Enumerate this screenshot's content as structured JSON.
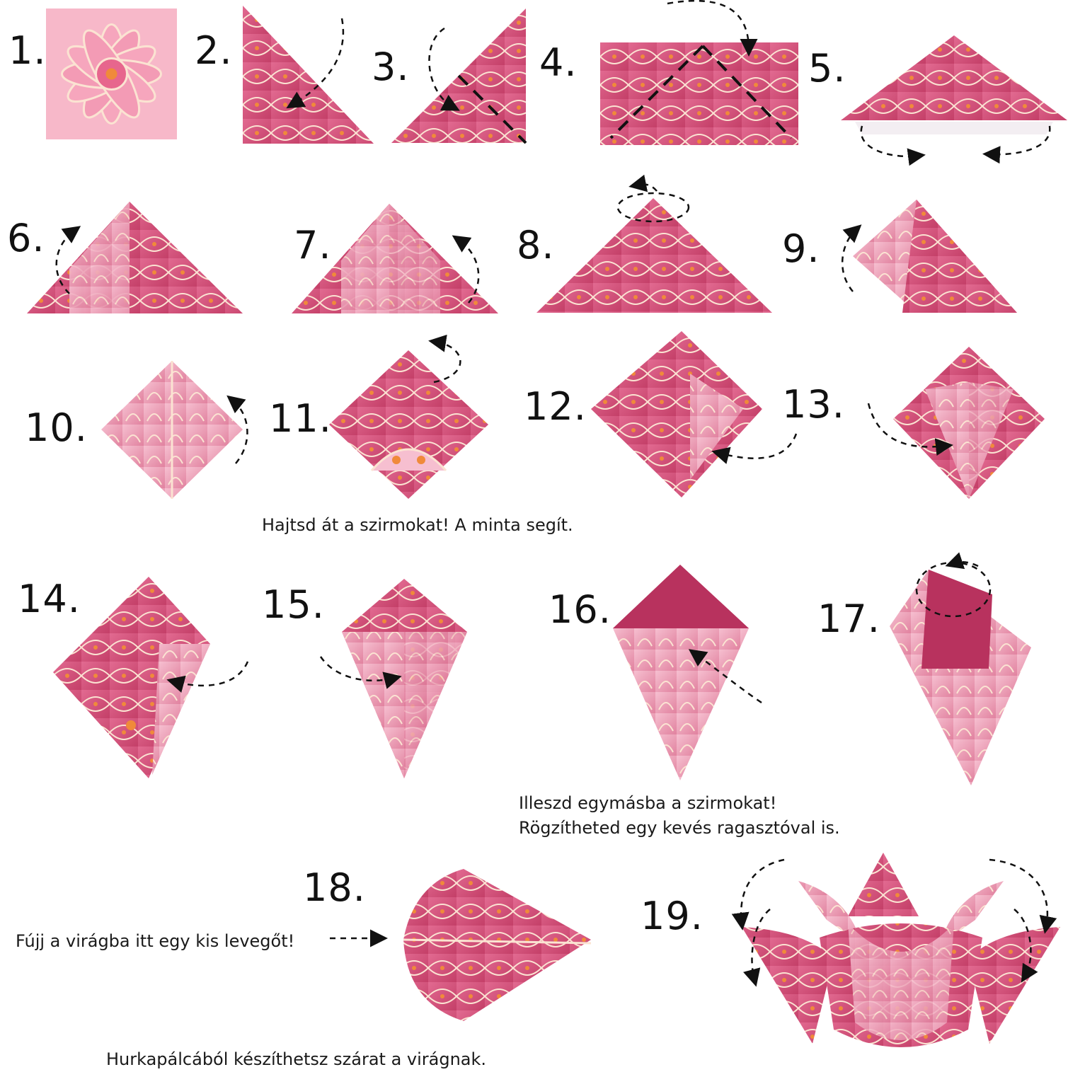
{
  "steps": [
    {
      "label": "1."
    },
    {
      "label": "2."
    },
    {
      "label": "3."
    },
    {
      "label": "4."
    },
    {
      "label": "5."
    },
    {
      "label": "6."
    },
    {
      "label": "7."
    },
    {
      "label": "8."
    },
    {
      "label": "9."
    },
    {
      "label": "10."
    },
    {
      "label": "11."
    },
    {
      "label": "12."
    },
    {
      "label": "13."
    },
    {
      "label": "14."
    },
    {
      "label": "15."
    },
    {
      "label": "16."
    },
    {
      "label": "17."
    },
    {
      "label": "18."
    },
    {
      "label": "19."
    }
  ],
  "captions": {
    "fold_petals": "Hajtsd át a szirmokat! A minta segít.",
    "insert_line1": "Illeszd egymásba a szirmokat!",
    "insert_line2": "Rögzítheted egy kevés ragasztóval is.",
    "blow": "Fújj a virágba itt egy kis  levegőt!",
    "stem": "Hurkapálcából készíthetsz szárat a virágnak."
  },
  "colors": {
    "paper_main": "#d9577f",
    "paper_light": "#f2a7bf",
    "paper_dark": "#b8325e",
    "pattern_cream": "#fbe3d2",
    "accent_orange": "#f08a3a"
  }
}
